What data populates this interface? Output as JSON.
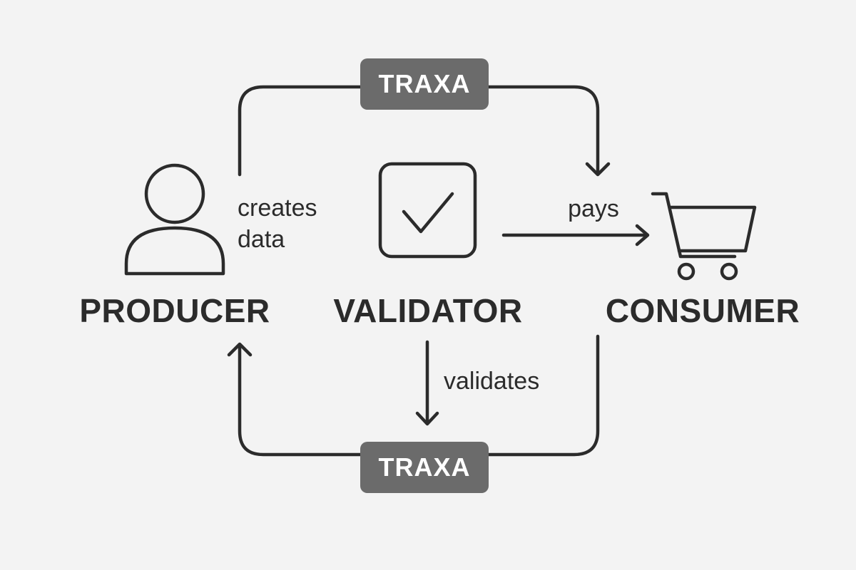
{
  "nodes": {
    "producer": {
      "label": "PRODUCER",
      "icon": "person-icon"
    },
    "validator": {
      "label": "VALIDATOR",
      "icon": "checkbox-icon"
    },
    "consumer": {
      "label": "CONSUMER",
      "icon": "shopping-cart-icon"
    }
  },
  "edges": {
    "creates": {
      "label_line1": "creates",
      "label_line2": "data"
    },
    "pays": {
      "label": "pays"
    },
    "validates": {
      "label": "validates"
    }
  },
  "badges": {
    "top": "TRAXA",
    "bottom": "TRAXA"
  },
  "colors": {
    "background": "#f3f3f3",
    "stroke": "#2b2b2b",
    "badge": "#6b6b6b",
    "badge_text": "#ffffff"
  }
}
